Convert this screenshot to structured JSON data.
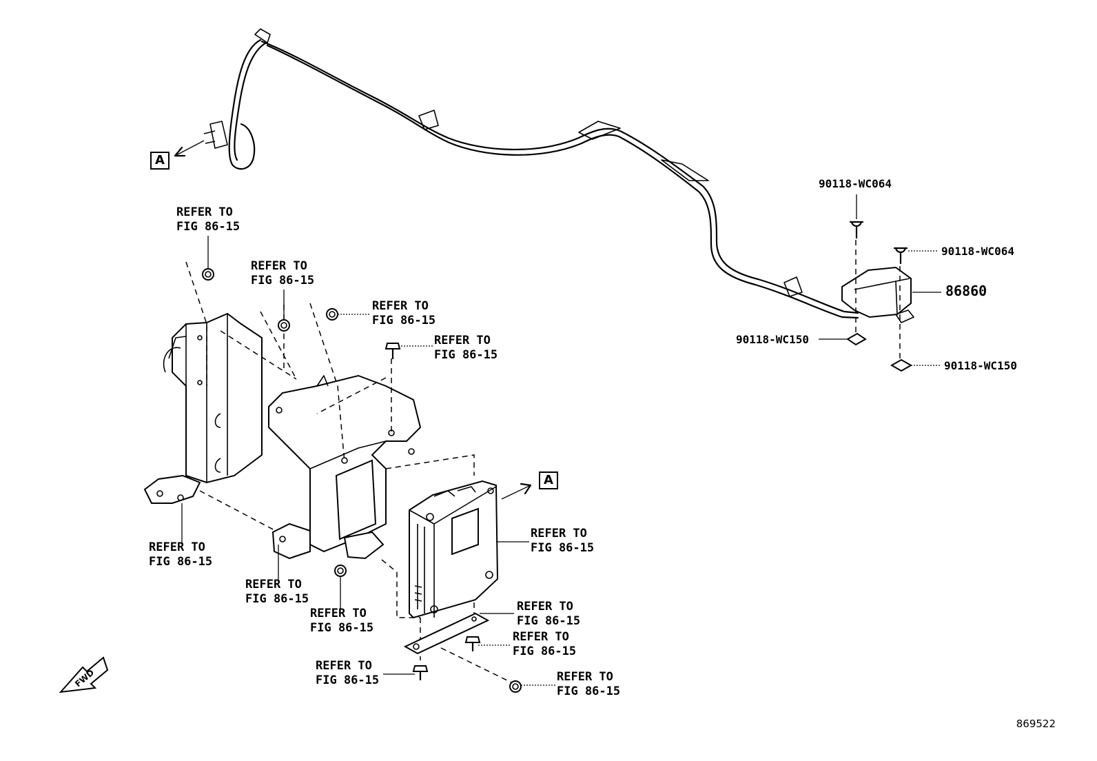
{
  "diagram": {
    "ref_marker": "A",
    "refer_line1": "REFER TO",
    "refer_line2": "FIG 86-15",
    "parts": {
      "screw_top": "90118-WC064",
      "screw_right": "90118-WC064",
      "module": "86860",
      "clip_left": "90118-WC150",
      "clip_right": "90118-WC150"
    },
    "fwd_label": "FWD",
    "diagram_number": "869522"
  }
}
